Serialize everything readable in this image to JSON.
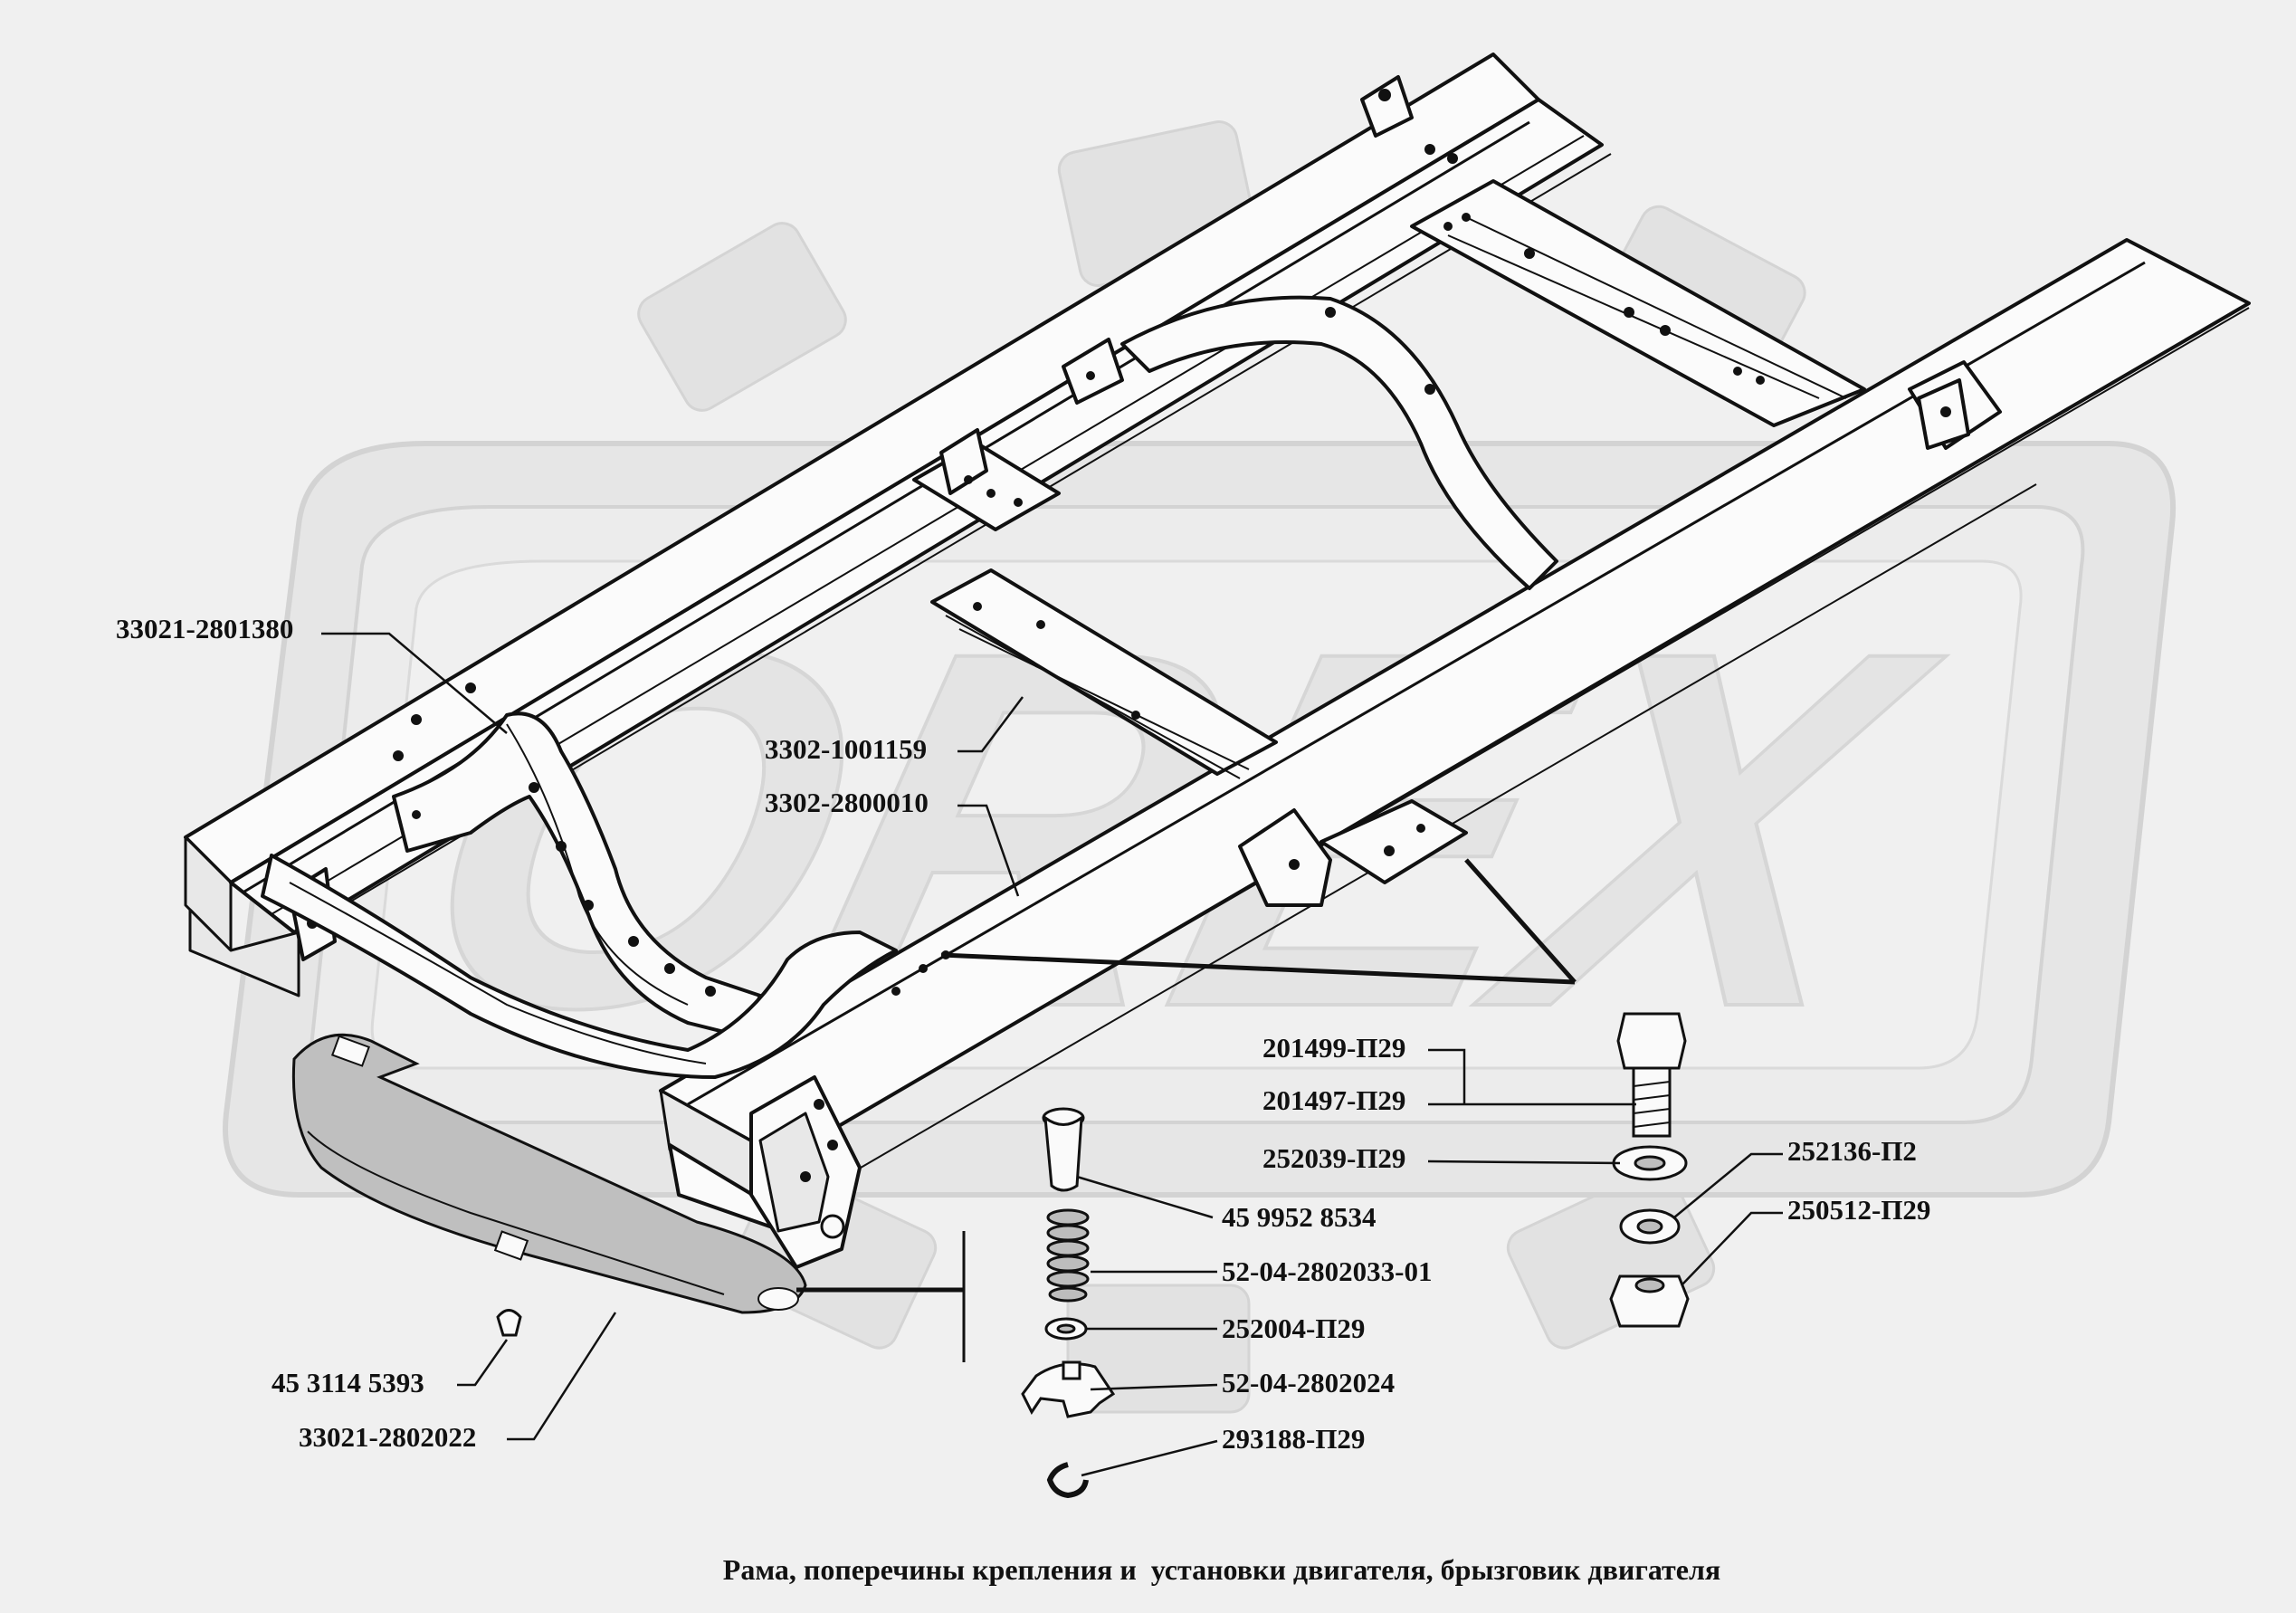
{
  "caption": "Рама, поперечины крепления и  установки двигателя, брызговик двигателя",
  "watermark": {
    "text": "OREX",
    "colors": {
      "fill": "#e4e4e4",
      "stroke": "#d6d6d6"
    }
  },
  "callouts": [
    {
      "id": "c1",
      "text": "33021-2801380"
    },
    {
      "id": "c2",
      "text": "3302-1001159"
    },
    {
      "id": "c3",
      "text": "3302-2800010"
    },
    {
      "id": "c4",
      "text": "201499-П29"
    },
    {
      "id": "c5",
      "text": "201497-П29"
    },
    {
      "id": "c6",
      "text": "252039-П29"
    },
    {
      "id": "c7",
      "text": "252136-П2"
    },
    {
      "id": "c8",
      "text": "250512-П29"
    },
    {
      "id": "c9",
      "text": "45 9952 8534"
    },
    {
      "id": "c10",
      "text": "52-04-2802033-01"
    },
    {
      "id": "c11",
      "text": "252004-П29"
    },
    {
      "id": "c12",
      "text": "52-04-2802024"
    },
    {
      "id": "c13",
      "text": "293188-П29"
    },
    {
      "id": "c14",
      "text": "45 3114 5393"
    },
    {
      "id": "c15",
      "text": "33021-2802022"
    }
  ],
  "parts": {
    "frame": "frame-assembly",
    "splash_guard": "engine-splash-guard",
    "bolt": "bolt",
    "pin": "pin",
    "spring": "spring",
    "washers": "washers",
    "nut": "nut",
    "clip": "clip",
    "lock_ring": "lock-ring",
    "rivet": "rivet"
  }
}
